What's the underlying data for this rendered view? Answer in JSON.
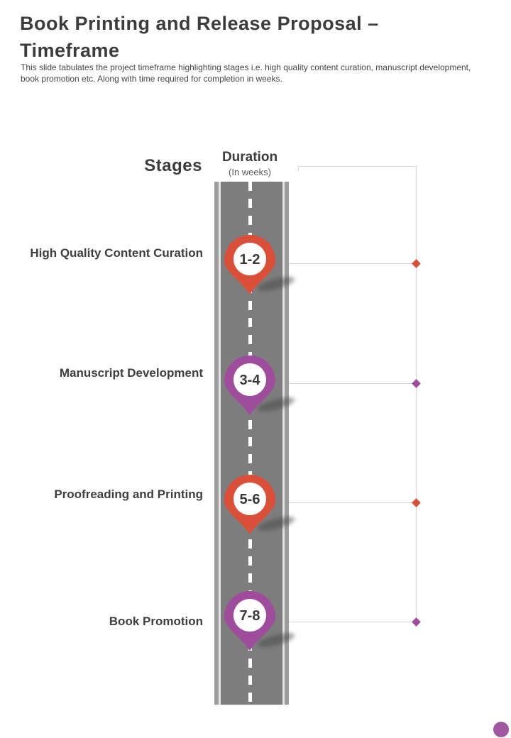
{
  "slide": {
    "title": "Book Printing and Release Proposal – Timeframe",
    "description": "This slide tabulates the project timeframe highlighting stages i.e. high quality content curation, manuscript development, book promotion etc. Along with time required for completion in weeks."
  },
  "table": {
    "stages_header": "Stages",
    "duration_header": "Duration",
    "duration_unit": "(In weeks)"
  },
  "stages": [
    {
      "name": "High Quality Content Curation",
      "duration": "1-2",
      "color": "#DB4F38"
    },
    {
      "name": "Manuscript Development",
      "duration": "3-4",
      "color": "#A04C9D"
    },
    {
      "name": "Proofreading and Printing",
      "duration": "5-6",
      "color": "#DB4F38"
    },
    {
      "name": "Book Promotion",
      "duration": "7-8",
      "color": "#A04C9D"
    }
  ],
  "colors": {
    "road": "#7D7D7D",
    "road_edge": "#9C9C9C",
    "connector_line": "#D4D4D4",
    "pin_inner": "#FFFFFF",
    "accent_dot": "#A158A3"
  }
}
